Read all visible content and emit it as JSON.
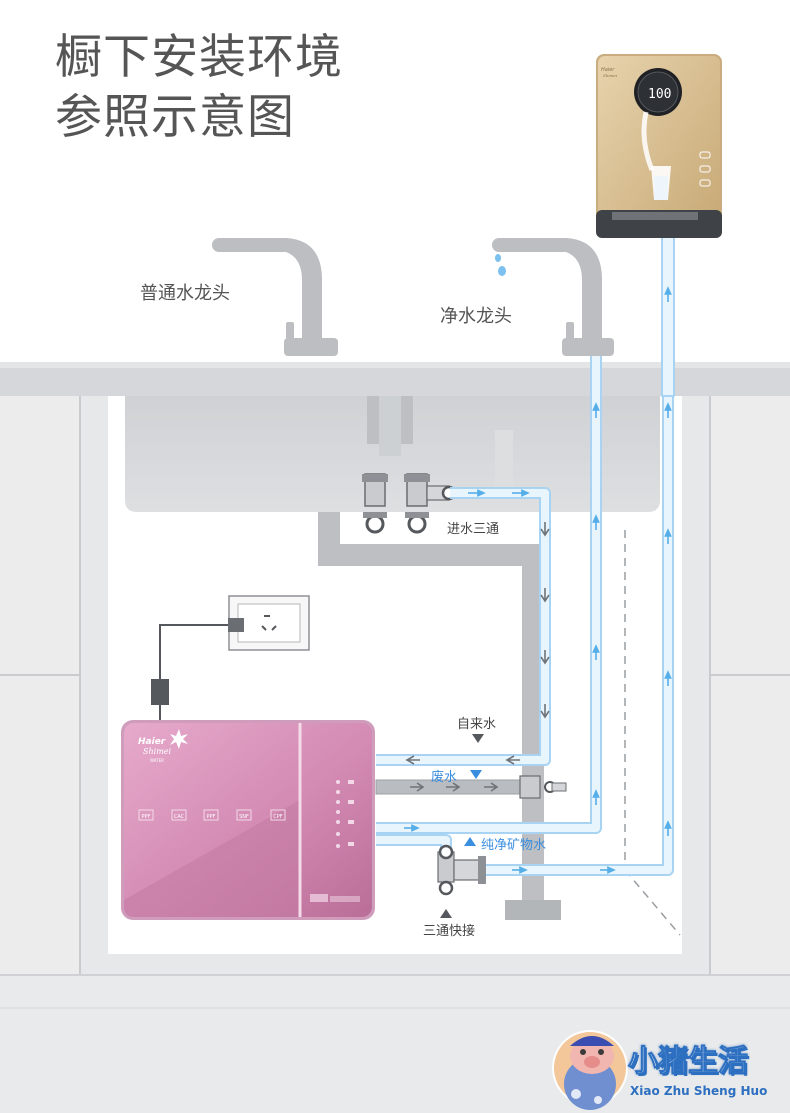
{
  "title": {
    "line1": "橱下安装环境",
    "line2": "参照示意图"
  },
  "labels": {
    "normal_faucet": "普通水龙头",
    "clean_faucet": "净水龙头",
    "inlet_tee": "进水三通",
    "tap_water": "自来水",
    "waste_water": "废水",
    "pure_mineral_water": "纯净矿物水",
    "tee_quick_connector": "三通快接"
  },
  "device": {
    "brand": "Haier",
    "sub_brand": "Shimei",
    "sub_brand_tag": "WATER",
    "filter_labels": [
      "PPF",
      "CAC",
      "PPF",
      "SNF",
      "CPF"
    ],
    "display_text": "100",
    "wall_brand": "Haier",
    "wall_sub_brand": "Shimei"
  },
  "watermark": {
    "name": "小猪生活",
    "pinyin": "Xiao Zhu Sheng Huo"
  },
  "colors": {
    "pipe_blue_edge": "#a9d3f2",
    "pipe_blue_fill": "#e9f5fd",
    "pipe_gray": "#b9bcc0",
    "arrow_blue": "#56aee8",
    "arrow_gray": "#8e9398",
    "purifier_pink": "#d189b2",
    "wall_gold": "#d4b98a"
  }
}
